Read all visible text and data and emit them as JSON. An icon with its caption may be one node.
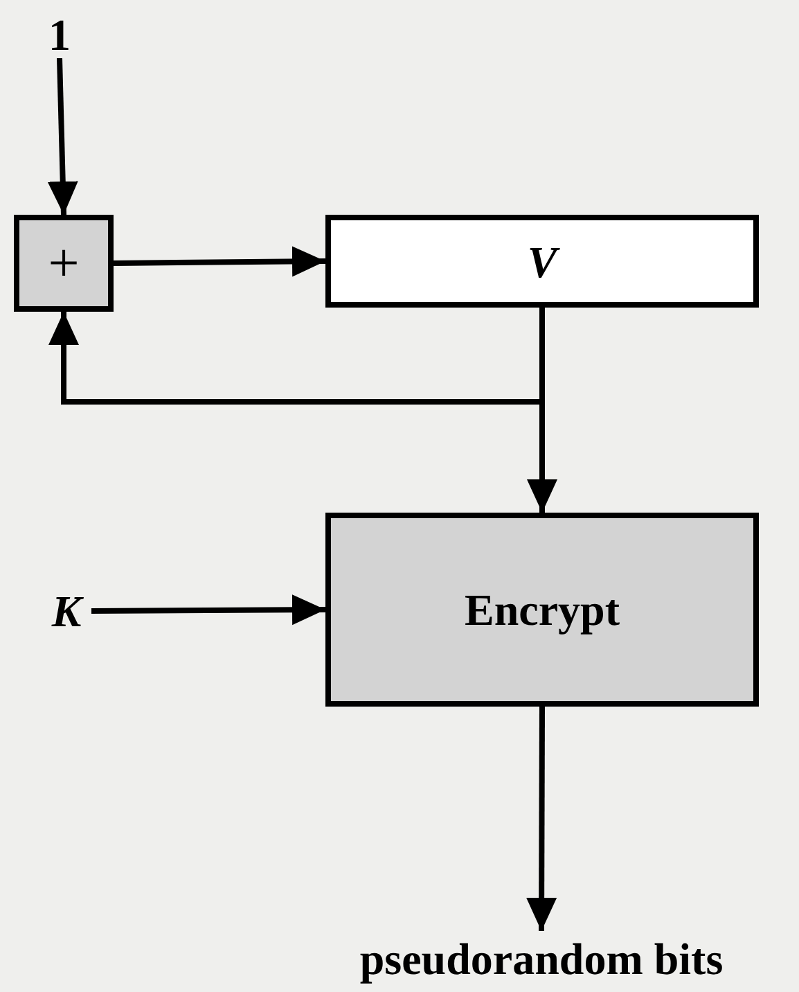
{
  "diagram": {
    "nodes": [
      {
        "text": [
          "1"
        ]
      },
      {
        "text": [
          "+"
        ]
      },
      {
        "text": [
          "V"
        ]
      },
      {
        "text": [
          "K"
        ]
      },
      {
        "text": [
          "Encrypt"
        ]
      },
      {
        "text": [
          "pseudorandom bits"
        ]
      }
    ],
    "edges": [
      {
        "from": 0,
        "to": 1,
        "arrow": "to"
      },
      {
        "from": 1,
        "to": 2,
        "arrow": "to"
      },
      {
        "from": 2,
        "to": 4,
        "arrow": "to"
      },
      {
        "from": 2,
        "to": 1,
        "arrow": "to"
      },
      {
        "from": 3,
        "to": 4,
        "arrow": "to"
      },
      {
        "from": 4,
        "to": 5,
        "arrow": "to"
      }
    ]
  }
}
